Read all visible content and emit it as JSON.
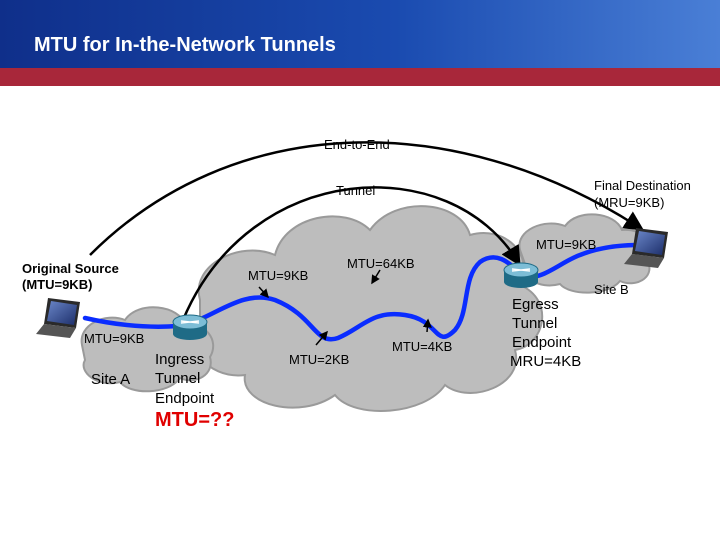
{
  "title": "MTU for In-the-Network Tunnels",
  "labels": {
    "end_to_end": "End-to-End",
    "tunnel": "Tunnel",
    "final_destination_line1": "Final Destination",
    "final_destination_line2": "(MRU=9KB)",
    "original_source_line1": "Original Source",
    "original_source_line2": "(MTU=9KB)",
    "site_b_mtu": "MTU=9KB",
    "site_b": "Site B",
    "site_a_mtu": "MTU=9KB",
    "site_a": "Site A",
    "cloud_mtu_9kb": "MTU=9KB",
    "cloud_mtu_64kb": "MTU=64KB",
    "cloud_mtu_2kb": "MTU=2KB",
    "cloud_mtu_4kb": "MTU=4KB",
    "ingress_line1": "Ingress",
    "ingress_line2": "Tunnel",
    "ingress_line3": "Endpoint",
    "ingress_mtu": "MTU=??",
    "egress_line1": "Egress",
    "egress_line2": "Tunnel",
    "egress_line3": "Endpoint",
    "egress_mru": "MRU=4KB"
  },
  "colors": {
    "header": "#1a4bb0",
    "stripe": "#a8273a",
    "path": "#0a2cff",
    "highlight": "#e00000",
    "cloud": "#bdbdbd"
  },
  "icons": [
    "laptop-icon",
    "router-icon",
    "cloud-icon"
  ]
}
